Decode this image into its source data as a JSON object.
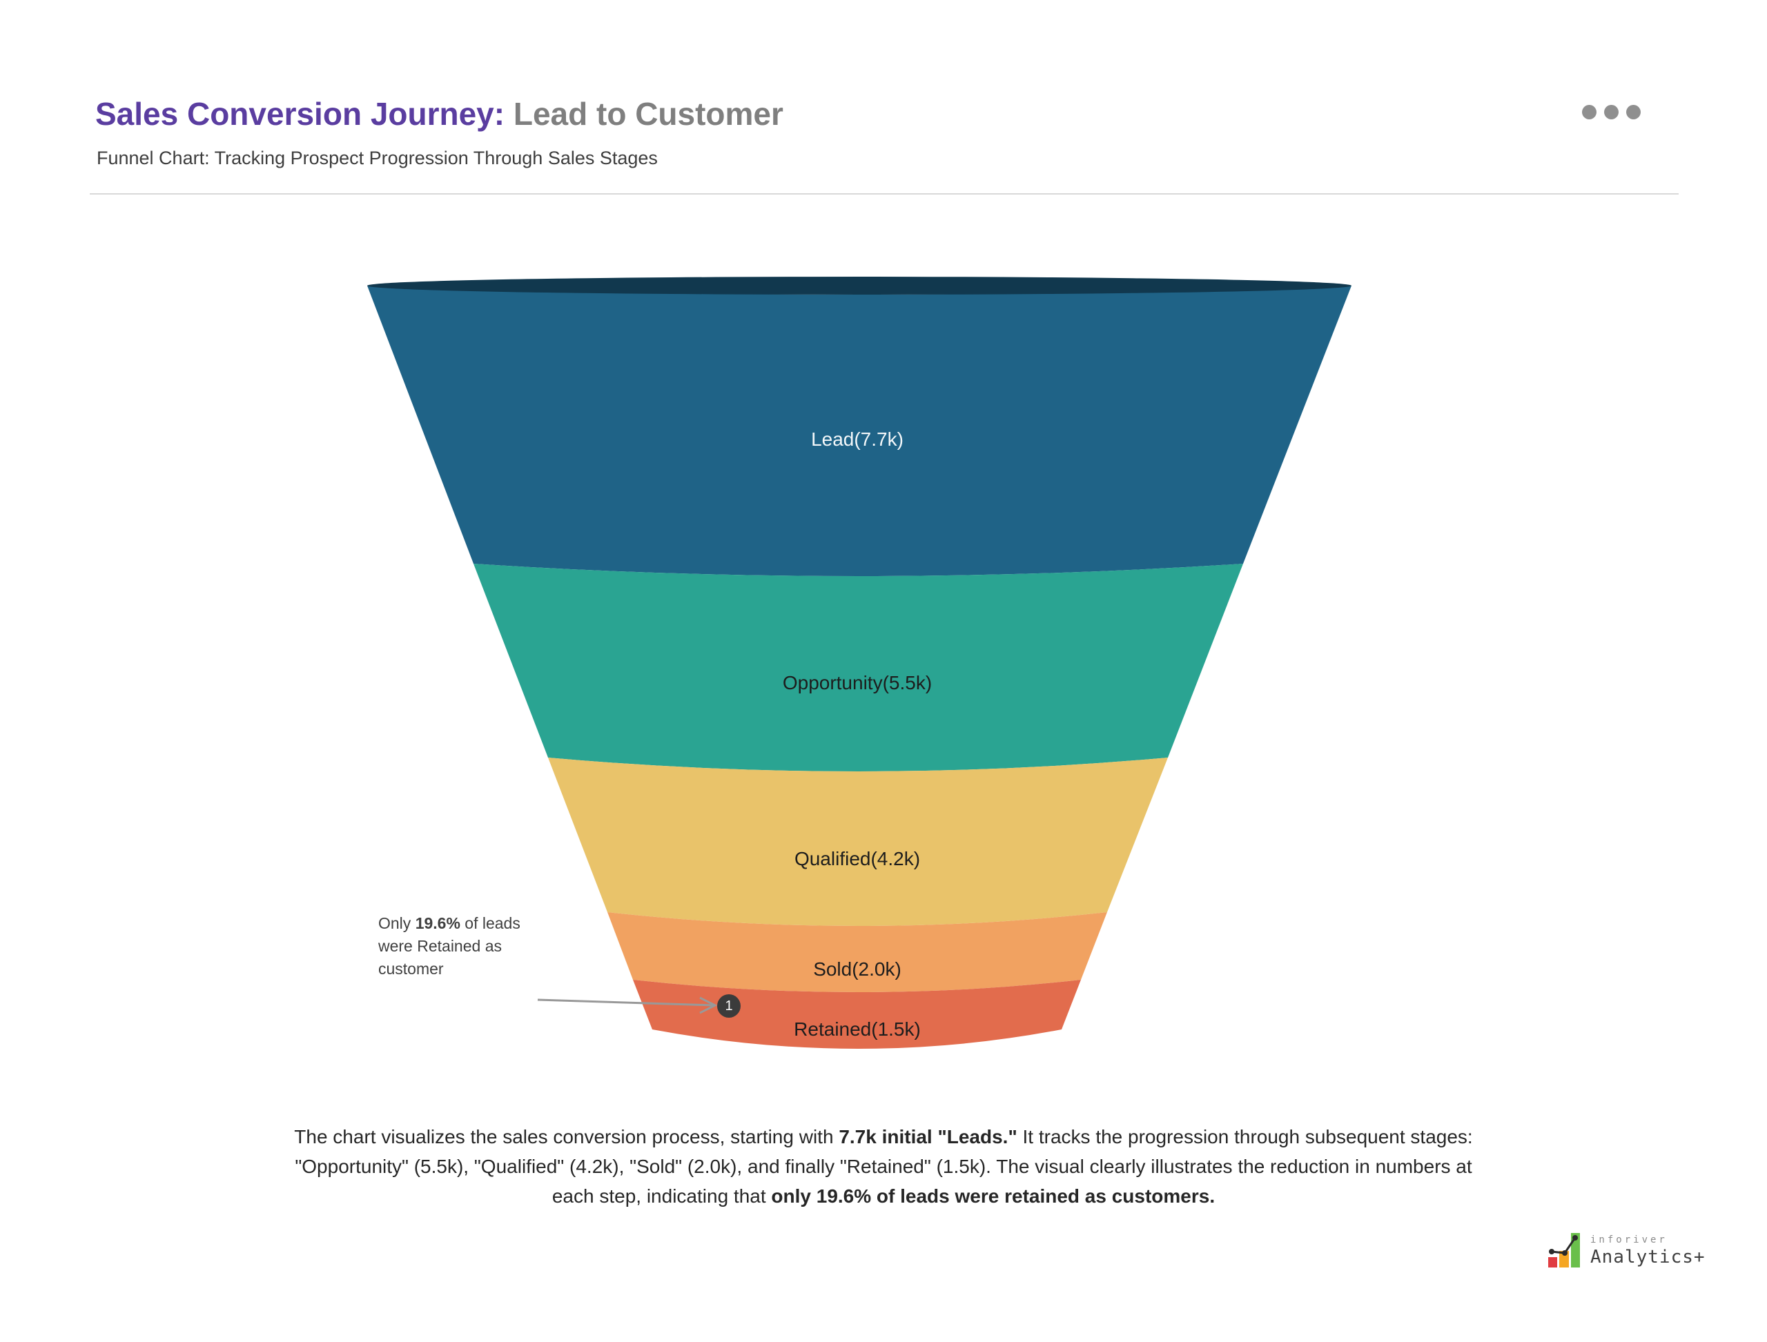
{
  "header": {
    "title_primary": "Sales Conversion Journey:",
    "title_secondary": " Lead to Customer",
    "subtitle": "Funnel Chart: Tracking Prospect Progression Through Sales Stages"
  },
  "chart_data": {
    "type": "funnel",
    "title": "Sales Conversion Journey: Lead to Customer",
    "subtitle": "Funnel Chart: Tracking Prospect Progression Through Sales Stages",
    "mouth_color": "#11384e",
    "stages": [
      {
        "label": "Lead",
        "value": 7700,
        "display": "Lead(7.7k)",
        "color": "#1f6387"
      },
      {
        "label": "Opportunity",
        "value": 5500,
        "display": "Opportunity(5.5k)",
        "color": "#2aa492"
      },
      {
        "label": "Qualified",
        "value": 4200,
        "display": "Qualified(4.2k)",
        "color": "#e9c36a"
      },
      {
        "label": "Sold",
        "value": 2000,
        "display": "Sold(2.0k)",
        "color": "#f1a261"
      },
      {
        "label": "Retained",
        "value": 1500,
        "display": "Retained(1.5k)",
        "color": "#e26c4d"
      }
    ],
    "retained_pct_of_leads": "19.6%",
    "legend_position": "none",
    "grid": false
  },
  "annotation": {
    "badge_number": "1",
    "line1_prefix": "Only ",
    "line1_bold": "19.6%",
    "line1_suffix": " of leads",
    "line2": "were Retained as",
    "line3": "customer"
  },
  "footer": {
    "lines": [
      {
        "segments": [
          {
            "t": "The chart visualizes the sales conversion process, starting with "
          },
          {
            "t": "7.7k initial \"Leads.\""
          },
          {
            "t": " It tracks the progression through subsequent stages:"
          }
        ]
      },
      {
        "segments": [
          {
            "t": "\"Opportunity\" (5.5k), \"Qualified\" (4.2k), \"Sold\" (2.0k), and finally \"Retained\" (1.5k). The visual clearly illustrates the reduction in numbers at"
          }
        ]
      },
      {
        "segments": [
          {
            "t": "each step, indicating that "
          },
          {
            "t": "only 19.6% of leads were retained as customers."
          }
        ]
      }
    ]
  },
  "logo": {
    "brand_top": "inforiver",
    "brand_bottom": "Analytics+",
    "bar_colors": [
      "#e03c41",
      "#f5a623",
      "#6abf4b"
    ],
    "line_color": "#2b2b2b"
  }
}
